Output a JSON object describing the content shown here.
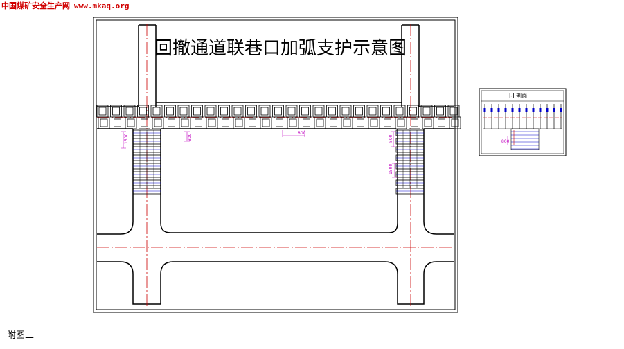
{
  "watermark": {
    "site_name": "中国煤矿安全生产网",
    "url": "www.mkaq.org"
  },
  "drawing": {
    "title": "回撤通道联巷口加弧支护示意图",
    "inset_title": "I-I 剖面",
    "dimensions": {
      "d1": "1500",
      "d2": "800",
      "d3": "800",
      "d4": "1500",
      "d5": "500",
      "d6": "800"
    },
    "colors": {
      "frame": "#000000",
      "centerline": "#cc0000",
      "dimension": "#c000c0",
      "mesh": "#0000cc"
    }
  },
  "caption": "附图二"
}
